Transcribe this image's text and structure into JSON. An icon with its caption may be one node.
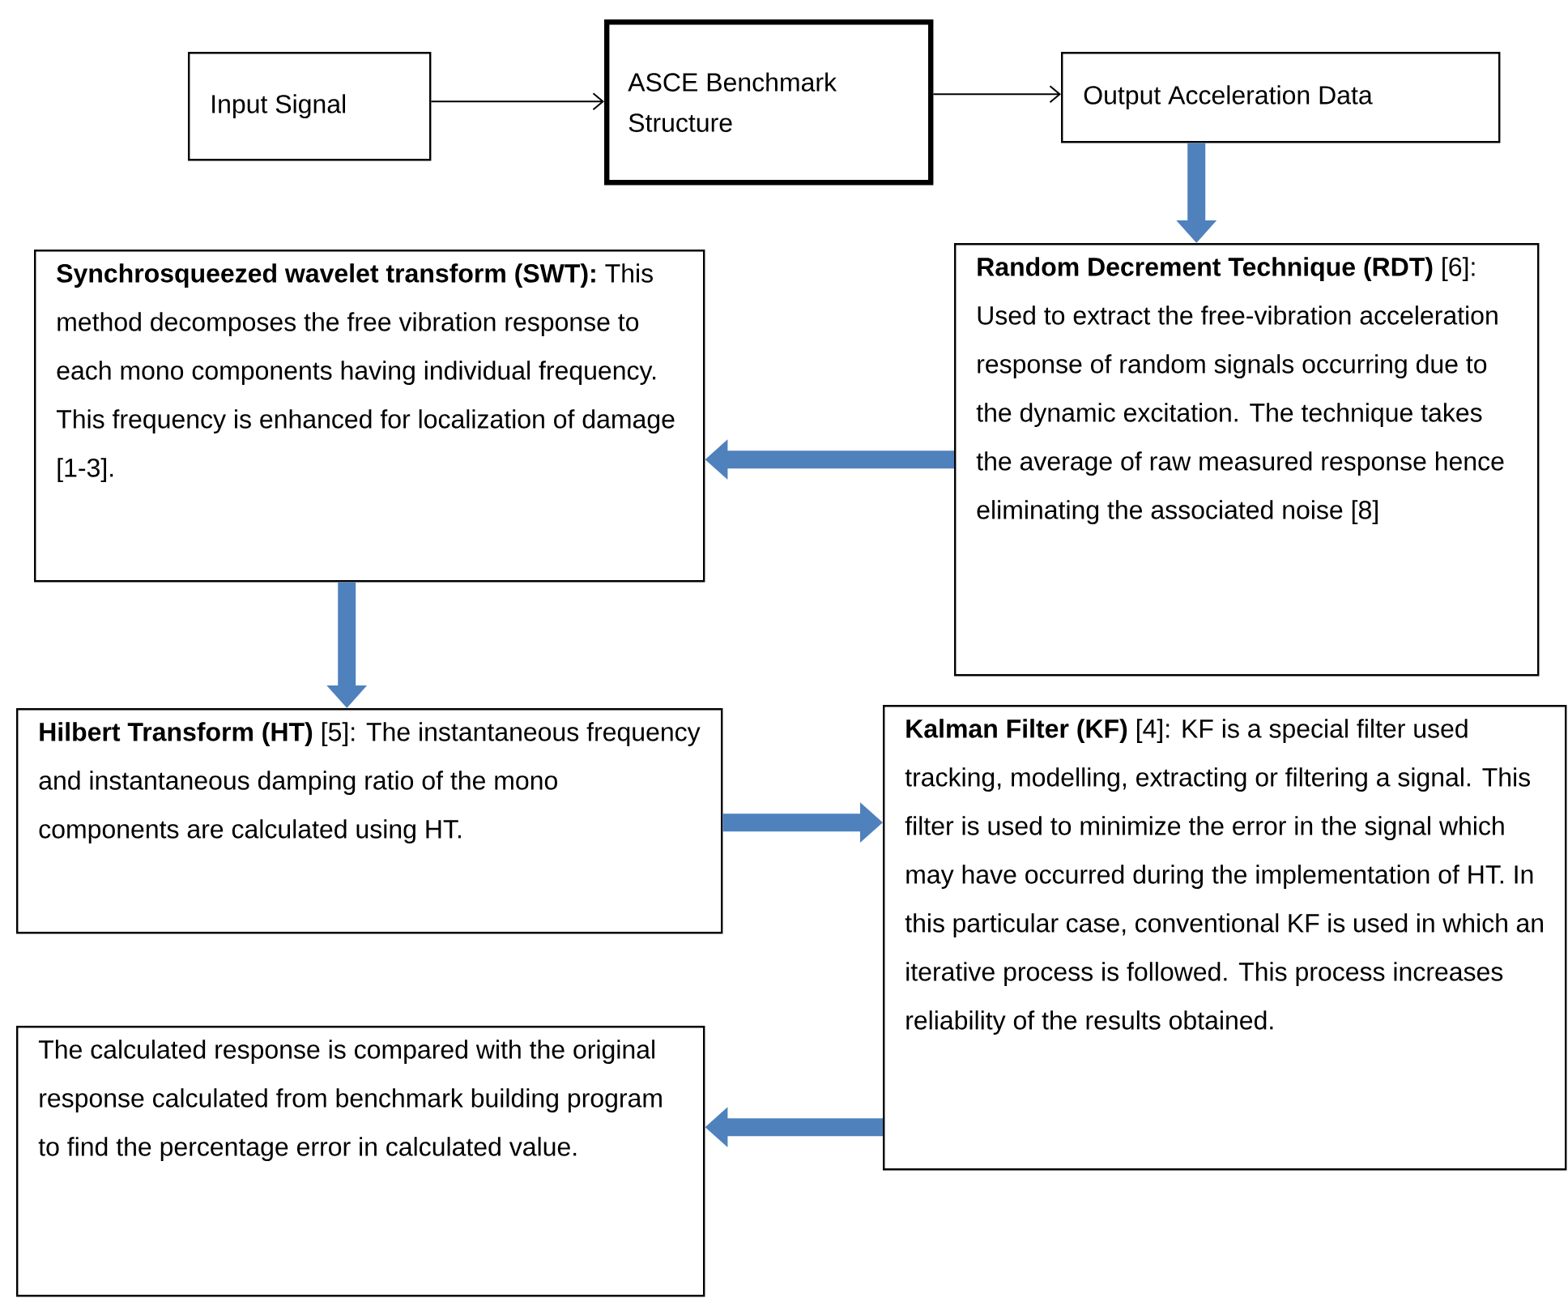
{
  "diagram": {
    "nodes": [
      {
        "text": [
          "Input Signal"
        ]
      },
      {
        "text": [
          "ASCE Benchmark Structure"
        ]
      },
      {
        "text": [
          "Output Acceleration Data"
        ]
      },
      {
        "text": [
          "**Random Decrement Technique (RDT)** [6]: Used to extract the free-vibration acceleration response of random signals occurring due to the dynamic excitation. The technique takes the average of raw measured response hence eliminating the associated noise [8]"
        ]
      },
      {
        "text": [
          "**Synchrosqueezed wavelet transform (SWT):** This method decomposes the free vibration response to each mono components having individual frequency. This frequency is enhanced for localization of damage [1-3]."
        ]
      },
      {
        "text": [
          "**Hilbert Transform (HT)** [5]: The instantaneous frequency and instantaneous damping ratio of the mono components are calculated using HT."
        ]
      },
      {
        "text": [
          "**Kalman Filter (KF)** [4]: KF is a special filter used tracking, modelling, extracting or filtering a signal. This filter is used to minimize the error in the signal which may have occurred during the implementation of HT. In this particular case, conventional KF is used in which an iterative process is followed. This process increases reliability of the results obtained."
        ]
      },
      {
        "text": [
          "The calculated response is compared with the original response calculated from benchmark building program to find the percentage error in calculated value."
        ]
      }
    ],
    "edges": [
      {
        "from": 0,
        "to": 1,
        "arrow": "to",
        "color": "#000000"
      },
      {
        "from": 1,
        "to": 2,
        "arrow": "to",
        "color": "#000000"
      },
      {
        "from": 2,
        "to": 3,
        "arrow": "to"
      },
      {
        "from": 3,
        "to": 4,
        "arrow": "to"
      },
      {
        "from": 4,
        "to": 5,
        "arrow": "to"
      },
      {
        "from": 5,
        "to": 6,
        "arrow": "to"
      },
      {
        "from": 6,
        "to": 7,
        "arrow": "to"
      }
    ]
  }
}
